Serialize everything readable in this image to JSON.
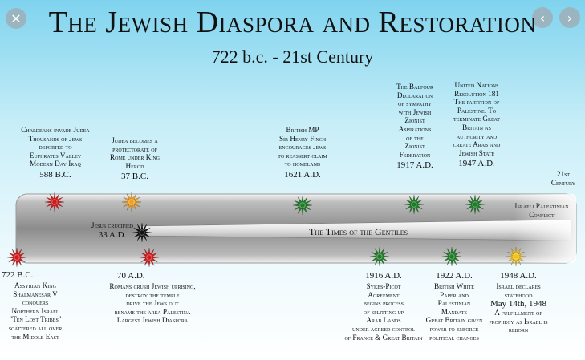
{
  "nav": {
    "close_icon": "close-icon",
    "prev_icon": "chevron-left-icon",
    "next_icon": "chevron-right-icon"
  },
  "title": "The Jewish Diaspora and Restoration",
  "subtitle": "722 b.c. - 21st Century",
  "band_label": "The Times of the Gentiles",
  "conflict_label": [
    "Israeli Palestinian",
    "Conflict"
  ],
  "century_label": [
    "21st",
    "Century"
  ],
  "colors": {
    "red": "#d01c1c",
    "orange": "#f0a020",
    "green": "#1e7d28",
    "yellow": "#f2c21a",
    "black": "#111111"
  },
  "events_top": [
    {
      "lines": [
        "Chaldeans invade Judea",
        "Thousands of Jews",
        "deported to",
        "Euphrates Valley",
        "Modern Day Iraq"
      ],
      "date": "588 B.C."
    },
    {
      "lines": [
        "Judea becomes a",
        "protectorate of",
        "Rome under King",
        "Herod"
      ],
      "date": "37 B.C."
    },
    {
      "lines": [
        "British MP",
        "Sir Henry Finch",
        "encourages Jews",
        "to reassert claim",
        "to homeland"
      ],
      "date": "1621 A.D."
    },
    {
      "lines": [
        "The Balfour",
        "Declaration",
        "of sympathy",
        "with Jewish",
        "Zionist",
        "Aspirations",
        "of the",
        "Zionist",
        "Federation"
      ],
      "date": "1917 A.D."
    },
    {
      "lines": [
        "United Nations",
        "Resolution 181",
        "The partition of",
        "Palestine. To",
        "terminate Great",
        "Britain as",
        "authority and",
        "create Arab and",
        "Jewish State"
      ],
      "date": "1947 A.D."
    }
  ],
  "jesus": {
    "lines": [
      "Jesus crucified"
    ],
    "date": "33 A.D."
  },
  "events_bottom": [
    {
      "date": "722 B.C.",
      "lines": [
        "Assyrian King",
        "Shalmanesar V",
        "conquers",
        "Northern Israel",
        "\"Ten Lost Tribes\"",
        "scattered all over",
        "the Middle East"
      ]
    },
    {
      "date": "70 A.D.",
      "lines": [
        "Romans crush Jewish uprising,",
        "destroy the temple",
        "drive the Jews out",
        "rename the area Palestina",
        "Largest Jewish Diaspora"
      ]
    },
    {
      "date": "1916 A.D.",
      "lines": [
        "Sykes-Picot",
        "Agreement",
        "begins process",
        "of splitting up",
        "Arab Lands",
        "under agreed control",
        "of France & Great Britain"
      ]
    },
    {
      "date": "1922 A.D.",
      "lines": [
        "British White",
        "Paper and",
        "Palestinian",
        "Mandate",
        "Great Britain given",
        "power to enforce",
        "political changes"
      ]
    },
    {
      "date": "1948 A.D.",
      "lines": [
        "Israel declares",
        "statehood",
        "May 14th, 1948",
        "A fulfillment of",
        "prophecy as Israel is",
        "reborn"
      ]
    }
  ]
}
